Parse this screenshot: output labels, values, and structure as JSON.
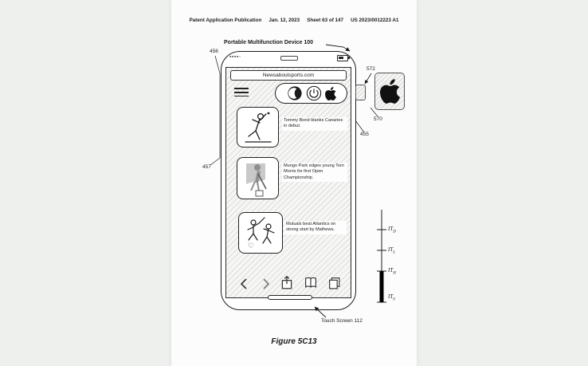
{
  "header": {
    "publication": "Patent Application Publication",
    "date": "Jan. 12, 2023",
    "sheet": "Sheet 63 of 147",
    "patent_number": "US 2023/0012223 A1"
  },
  "figure": {
    "device_label": "Portable Multifunction Device 100",
    "touch_screen_label": "Touch Screen 112",
    "caption": "Figure 5C13",
    "callouts": {
      "c456": "456",
      "c457": "457",
      "c572": "572",
      "c570": "570",
      "c455": "455"
    }
  },
  "phone": {
    "status_dots": "●●●●○",
    "url": "Newsaboutsports.com",
    "articles": [
      {
        "title": "Tommy Bond blanks Canaries in debut."
      },
      {
        "title": "Mungo Park edges young Tom Morris for first Open Championship."
      },
      {
        "title": "Mutuals beat Atlantics on strong start by Mathews."
      }
    ]
  },
  "intensity_scale": {
    "labels": [
      {
        "base": "IT",
        "sub": "D"
      },
      {
        "base": "IT",
        "sub": "L"
      },
      {
        "base": "IT",
        "sub": "H"
      },
      {
        "base": "IT",
        "sub": "0"
      }
    ]
  },
  "colors": {
    "paper": "#fcfcfc",
    "canvas_bg": "#eef0ee",
    "ink": "#1b1b1b",
    "hatch_line": "#d9d9d9",
    "silhouette_gray": "#8f8f8f"
  }
}
